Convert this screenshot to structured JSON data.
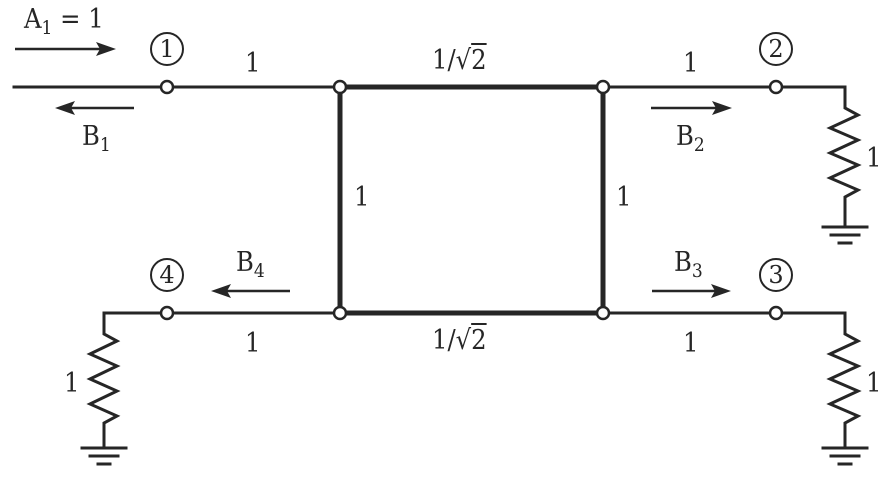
{
  "diagram": {
    "title": "",
    "type": "branch-line-coupler",
    "stroke_color": "#262626",
    "background": "#ffffff",
    "ports": [
      {
        "id": "1",
        "label": "1"
      },
      {
        "id": "2",
        "label": "2"
      },
      {
        "id": "3",
        "label": "3"
      },
      {
        "id": "4",
        "label": "4"
      }
    ],
    "waves": {
      "incident": {
        "name": "A",
        "sub": "1",
        "value": "= 1"
      },
      "b1": {
        "name": "B",
        "sub": "1"
      },
      "b2": {
        "name": "B",
        "sub": "2"
      },
      "b3": {
        "name": "B",
        "sub": "3"
      },
      "b4": {
        "name": "B",
        "sub": "4"
      }
    },
    "impedances": {
      "feed_line_1": "1",
      "feed_line_2": "1",
      "feed_line_3": "1",
      "feed_line_4": "1",
      "series_top_prefix": "1/",
      "series_top_sqrt": "2",
      "series_bottom_prefix": "1/",
      "series_bottom_sqrt": "2",
      "shunt_left": "1",
      "shunt_right": "1"
    },
    "loads": {
      "port2": "1",
      "port3": "1",
      "port4": "1"
    }
  }
}
